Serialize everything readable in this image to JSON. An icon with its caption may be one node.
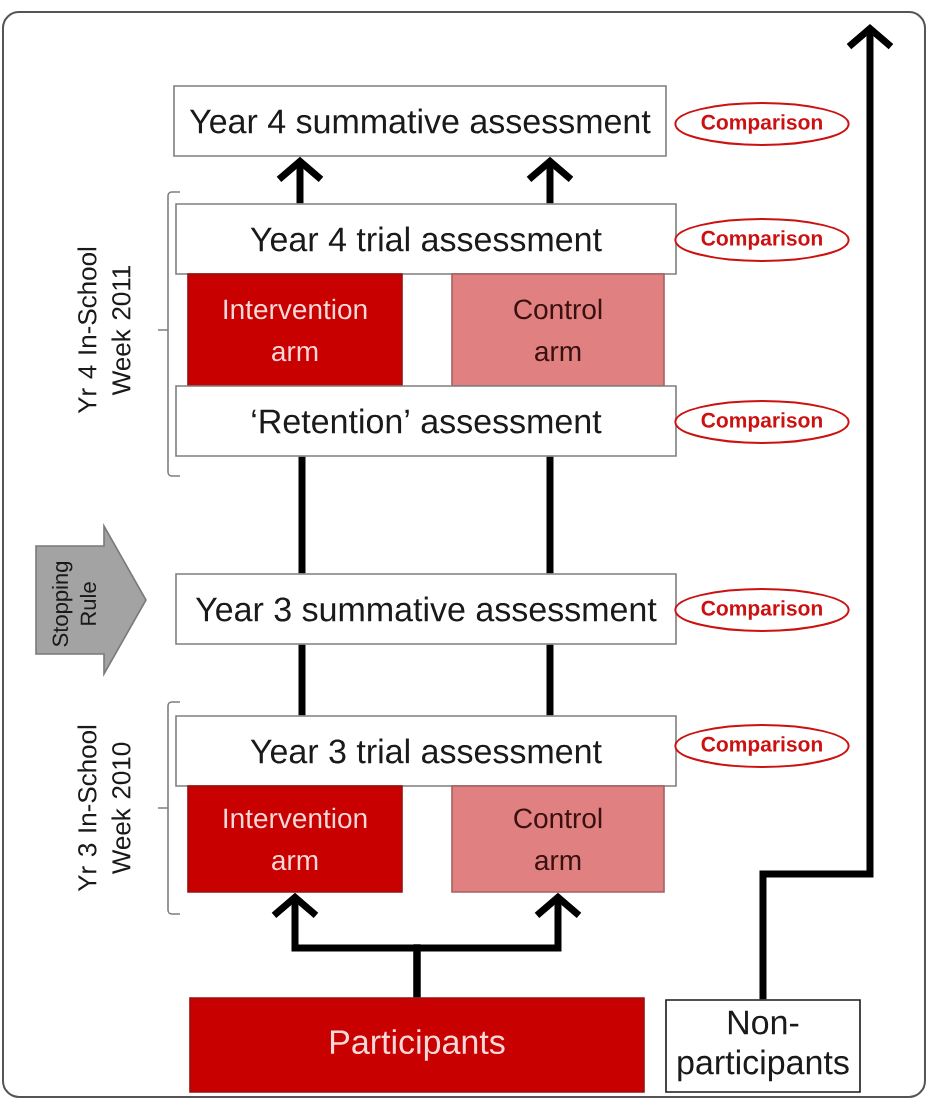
{
  "diagram": {
    "nodes": [
      {
        "text": [
          "Year 4 summative assessment"
        ]
      },
      {
        "text": [
          "Comparison"
        ]
      },
      {
        "text": [
          "Year 4 trial assessment"
        ]
      },
      {
        "text": [
          "Comparison"
        ]
      },
      {
        "text": [
          "Intervention arm"
        ]
      },
      {
        "text": [
          "Control arm"
        ]
      },
      {
        "text": [
          "‘Retention’ assessment"
        ]
      },
      {
        "text": [
          "Comparison"
        ]
      },
      {
        "text": [
          "Stopping Rule"
        ]
      },
      {
        "text": [
          "Year 3 summative assessment"
        ]
      },
      {
        "text": [
          "Comparison"
        ]
      },
      {
        "text": [
          "Year 3 trial assessment"
        ]
      },
      {
        "text": [
          "Comparison"
        ]
      },
      {
        "text": [
          "Intervention arm"
        ]
      },
      {
        "text": [
          "Control arm"
        ]
      },
      {
        "text": [
          "Participants"
        ]
      },
      {
        "text": [
          "Non-participants"
        ]
      }
    ],
    "edges": [
      {
        "from": 15,
        "to": 13,
        "arrow": "to"
      },
      {
        "from": 15,
        "to": 14,
        "arrow": "to"
      },
      {
        "from": 16,
        "to": null,
        "arrow": "to"
      },
      {
        "from": 11,
        "to": 9,
        "arrow": "none"
      },
      {
        "from": 11,
        "to": 9,
        "arrow": "none"
      },
      {
        "from": 9,
        "to": 6,
        "arrow": "none"
      },
      {
        "from": 9,
        "to": 6,
        "arrow": "none"
      },
      {
        "from": 2,
        "to": 0,
        "arrow": "to"
      },
      {
        "from": 2,
        "to": 0,
        "arrow": "to"
      }
    ],
    "labels": [
      "Yr 4 In-School Week 2011",
      "Yr 3 In-School Week 2010"
    ]
  }
}
